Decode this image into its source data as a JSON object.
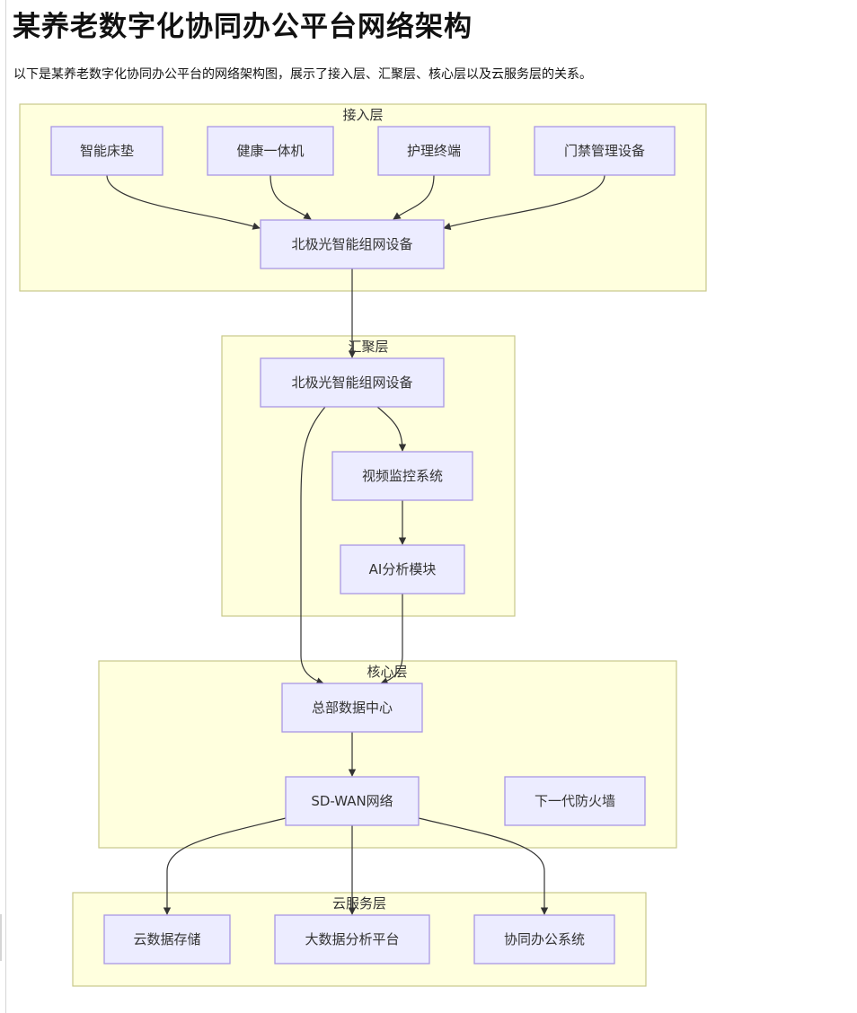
{
  "title": "某养老数字化协同办公平台网络架构",
  "intro": "以下是某养老数字化协同办公平台的网络架构图，展示了接入层、汇聚层、核心层以及云服务层的关系。",
  "clusters": {
    "access": "接入层",
    "aggregation": "汇聚层",
    "core": "核心层",
    "cloud": "云服务层"
  },
  "nodes": {
    "smart_mattress": "智能床垫",
    "health_kiosk": "健康一体机",
    "nursing_terminal": "护理终端",
    "access_control": "门禁管理设备",
    "aurora_access": "北极光智能组网设备",
    "aurora_agg": "北极光智能组网设备",
    "video_monitor": "视频监控系统",
    "ai_module": "AI分析模块",
    "hq_datacenter": "总部数据中心",
    "sdwan": "SD-WAN网络",
    "ngfw": "下一代防火墙",
    "cloud_storage": "云数据存储",
    "bigdata_platform": "大数据分析平台",
    "collab_office": "协同办公系统"
  },
  "colors": {
    "cluster_fill": "#ffffde",
    "cluster_stroke": "#c9c98a",
    "node_fill": "#ececff",
    "node_stroke": "#a997e4",
    "edge": "#333333"
  }
}
